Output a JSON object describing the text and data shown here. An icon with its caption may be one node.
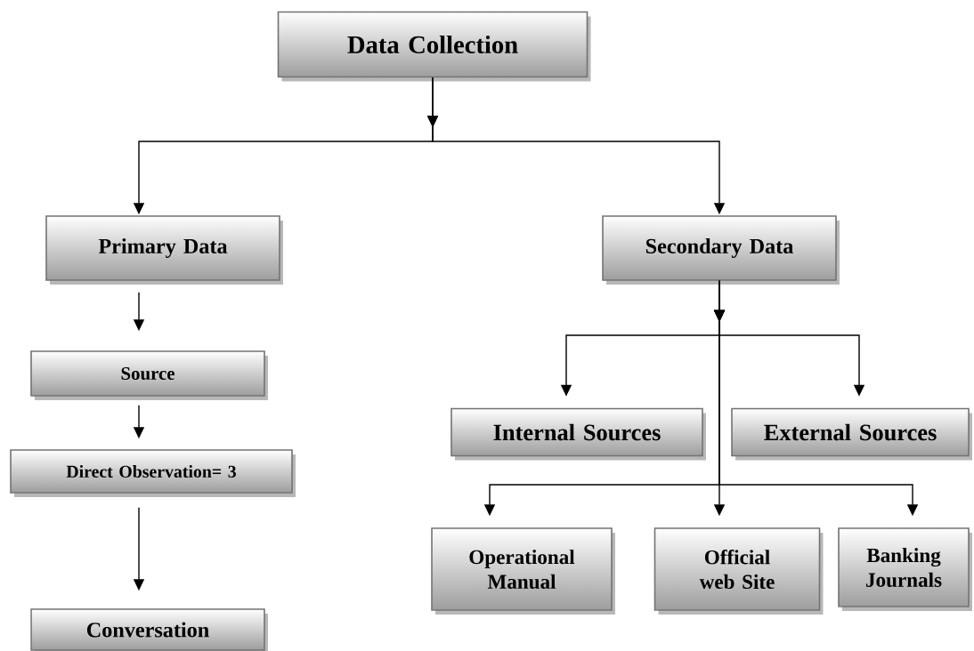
{
  "diagram": {
    "nodes": [
      {
        "text": [
          "Data Collection"
        ]
      },
      {
        "text": [
          "Primary Data"
        ]
      },
      {
        "text": [
          "Secondary Data"
        ]
      },
      {
        "text": [
          "Source"
        ]
      },
      {
        "text": [
          "Internal Sources"
        ]
      },
      {
        "text": [
          "External Sources"
        ]
      },
      {
        "text": [
          "Direct Observation= 3"
        ]
      },
      {
        "text": [
          "Operational Manual"
        ]
      },
      {
        "text": [
          "Official web Site"
        ]
      },
      {
        "text": [
          "Banking Journals"
        ]
      },
      {
        "text": [
          "Conversation"
        ]
      }
    ],
    "edges": [
      {
        "from": 0,
        "to": 1,
        "arrow": "to"
      },
      {
        "from": 0,
        "to": 2,
        "arrow": "to"
      },
      {
        "from": 1,
        "to": 3,
        "arrow": "to"
      },
      {
        "from": 2,
        "to": 4,
        "arrow": "to"
      },
      {
        "from": 2,
        "to": 5,
        "arrow": "to"
      },
      {
        "from": 2,
        "to": 7,
        "arrow": "to"
      },
      {
        "from": 2,
        "to": 8,
        "arrow": "to"
      },
      {
        "from": 2,
        "to": 9,
        "arrow": "to"
      },
      {
        "from": 3,
        "to": 6,
        "arrow": "to"
      },
      {
        "from": 6,
        "to": 10,
        "arrow": "to"
      }
    ]
  }
}
